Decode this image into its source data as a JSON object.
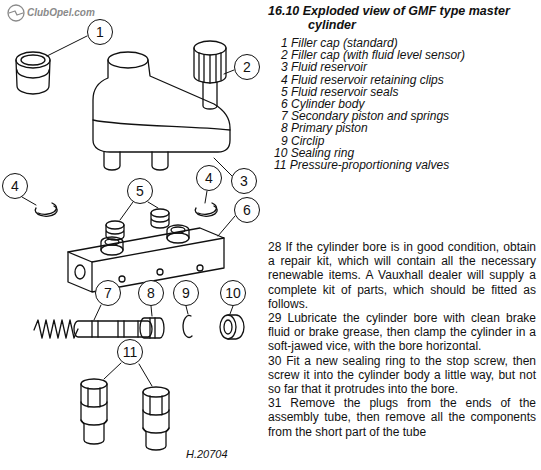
{
  "diagram": {
    "title": "16.10 Exploded view of GMF type master cylinder",
    "nodes": [
      {
        "text": [
          "1"
        ]
      },
      {
        "text": [
          "2"
        ]
      },
      {
        "text": [
          "3"
        ]
      },
      {
        "text": [
          "4"
        ]
      },
      {
        "text": [
          "5"
        ]
      },
      {
        "text": [
          "4"
        ]
      },
      {
        "text": [
          "6"
        ]
      },
      {
        "text": [
          "7"
        ]
      },
      {
        "text": [
          "8"
        ]
      },
      {
        "text": [
          "9"
        ]
      },
      {
        "text": [
          "10"
        ]
      },
      {
        "text": [
          "11"
        ]
      }
    ],
    "labels": [
      "ClubOpel.com",
      "1 Filler cap (standard)",
      "2 Filler cap (with fluid level sensor)",
      "3 Fluid reservoir",
      "4 Fluid reservoir retaining clips",
      "5 Fluid reservoir seals",
      "6 Cylinder body",
      "7 Secondary piston and springs",
      "8 Primary piston",
      "9 Circlip",
      "10 Sealing ring",
      "11 Pressure-proportioning valves",
      "28 If the cylinder bore is in good condition, obtain a repair kit, which will contain all the necessary renewable items. A Vauxhall dealer will supply a complete kit of parts, which should be fitted as follows.",
      "29 Lubricate the cylinder bore with clean brake fluid or brake grease, then clamp the cylinder in a soft-jawed vice, with the bore horizontal.",
      "30 Fit a new sealing ring to the stop screw, then screw it into the cylinder body a little way, but not so far that it protrudes into the bore.",
      "31 Remove the plugs from the ends of the assembly tube, then remove all the components from the short part of the tube",
      "H.20704"
    ]
  }
}
